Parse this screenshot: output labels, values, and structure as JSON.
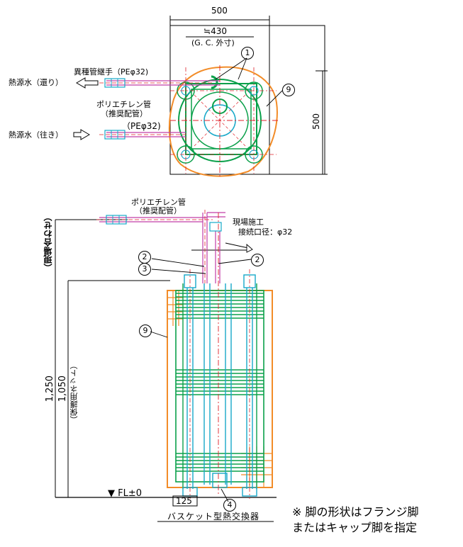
{
  "top_view": {
    "dim_width": "500",
    "dim_gc": "≒430",
    "dim_gc_note": "(G. C. 外寸)",
    "dim_height": "500",
    "pipe_out_label": "熱源水（還り）",
    "pipe_in_label": "熱源水（往き）",
    "reducer_label": "異種管継手（PEφ32)",
    "poly_label_1": "ポリエチレン管",
    "poly_label_2": "（推奨配管）",
    "pe_label": "（PEφ32)",
    "mark_1": "1",
    "mark_9": "9"
  },
  "side_view": {
    "poly_label_1": "ポリエチレン管",
    "poly_label_2": "（推奨配管）",
    "site_label_1": "現場施工",
    "site_label_2": "接続口径：φ32",
    "site_adjust": "（現場合わせ）",
    "dim_1250": "1,250",
    "dim_1050": "1,050",
    "dim_1050_note": "（保護用ネット）",
    "fl_label": "▼ FL±0",
    "dim_125": "125",
    "title": "バスケット型熱交換器",
    "mark_2a": "2",
    "mark_2b": "2",
    "mark_3": "3",
    "mark_4": "4",
    "mark_9": "9"
  },
  "note": {
    "line1": "※ 脚の形状はフランジ脚",
    "line2": "またはキャップ脚を指定"
  },
  "colors": {
    "orange": "#f28c28",
    "green": "#0aa04a",
    "cyan": "#18a9c9",
    "magenta": "#c23da6",
    "red": "#e0222a",
    "line": "#000000"
  }
}
